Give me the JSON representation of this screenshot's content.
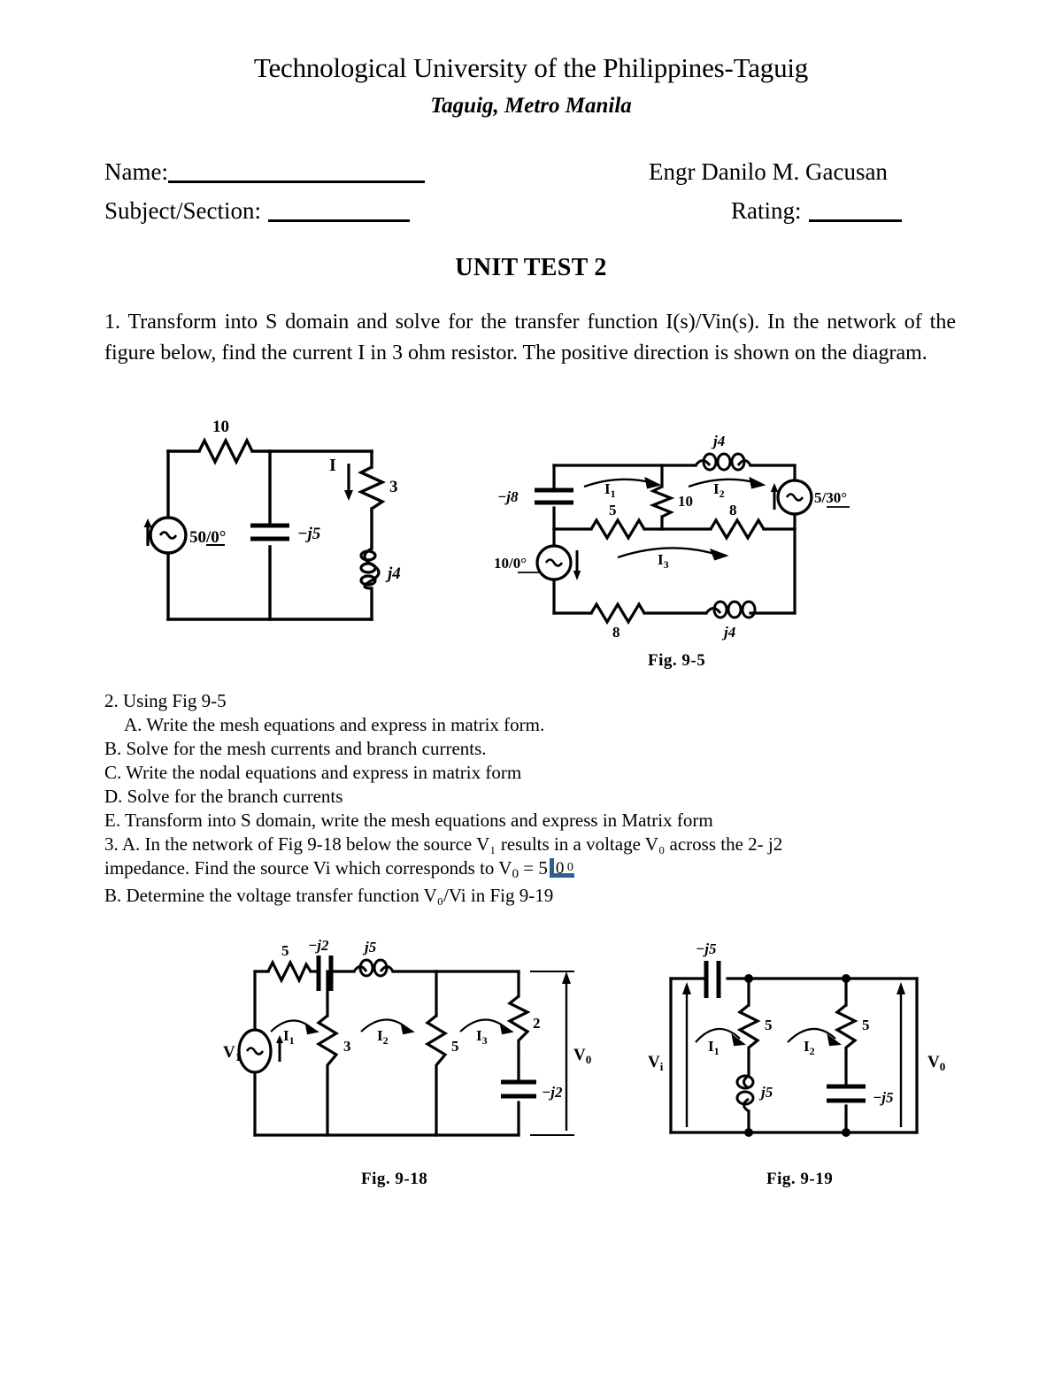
{
  "header": {
    "university": "Technological University of the Philippines-Taguig",
    "location": "Taguig, Metro Manila"
  },
  "fields": {
    "name_label": "Name:",
    "subject_label": "Subject/Section:",
    "instructor": "Engr Danilo M. Gacusan",
    "rating_label": "Rating:"
  },
  "title": "UNIT TEST 2",
  "questions": {
    "q1": "1. Transform into S domain and solve for the transfer function I(s)/Vin(s). In the network of the figure below, find the current I in 3 ohm resistor. The positive direction is shown on the diagram.",
    "q2_head": "2.  Using Fig 9-5",
    "q2_a": "A. Write the mesh equations and express in matrix form.",
    "q2_b": "B. Solve for the mesh currents and branch currents.",
    "q2_c": "C. Write the nodal equations and express in matrix form",
    "q2_d": "D. Solve for the branch currents",
    "q2_e": "E. Transform into S domain, write the mesh equations and express in Matrix form",
    "q3_a_line1": "3. A.  In the network of Fig 9-18 below the source V₁ results in a voltage V₀ across the 2- j2",
    "q3_a_line2_pre": "impedance. Find the source Vi which corresponds to V",
    "q3_a_line2_sub": "0",
    "q3_a_line2_eq": " = 5",
    "q3_a_angle_value": "0",
    "q3_a_angle_deg": "0",
    "q3_b": "B. Determine the voltage transfer function V₀/Vi in Fig 9-19"
  },
  "figures": {
    "fig1": {
      "labels": {
        "r_top": "10",
        "source": "50/0°",
        "cap": "−j5",
        "current": "I",
        "r_right": "3",
        "ind": "j4"
      }
    },
    "fig95": {
      "caption": "Fig. 9-5",
      "labels": {
        "cap_left": "−j8",
        "mesh1": "I₁",
        "mesh2": "I₂",
        "mesh3": "I₃",
        "r_mid_vert": "10",
        "ind_top": "j4",
        "src_right": "5/30°",
        "r_mid_left": "5",
        "r_mid_right": "8",
        "src_left": "10/0°",
        "r_bottom": "8",
        "ind_bottom": "j4"
      }
    },
    "fig918": {
      "caption": "Fig. 9-18",
      "labels": {
        "r_series": "5",
        "cap_series": "−j2",
        "ind_series": "j5",
        "source": "V₁",
        "mesh1": "I₁",
        "mesh2": "I₂",
        "mesh3": "I₃",
        "r_branch1": "3",
        "r_branch2": "5",
        "r_out": "2",
        "cap_out": "−j2",
        "v_out": "V₀"
      }
    },
    "fig919": {
      "caption": "Fig. 9-19",
      "labels": {
        "cap_series": "−j5",
        "v_in": "Vᵢ",
        "mesh1": "I₁",
        "mesh2": "I₂",
        "r_branch1": "5",
        "ind_branch1": "j5",
        "r_branch2": "5",
        "cap_branch2": "−j5",
        "v_out": "V₀"
      }
    }
  }
}
